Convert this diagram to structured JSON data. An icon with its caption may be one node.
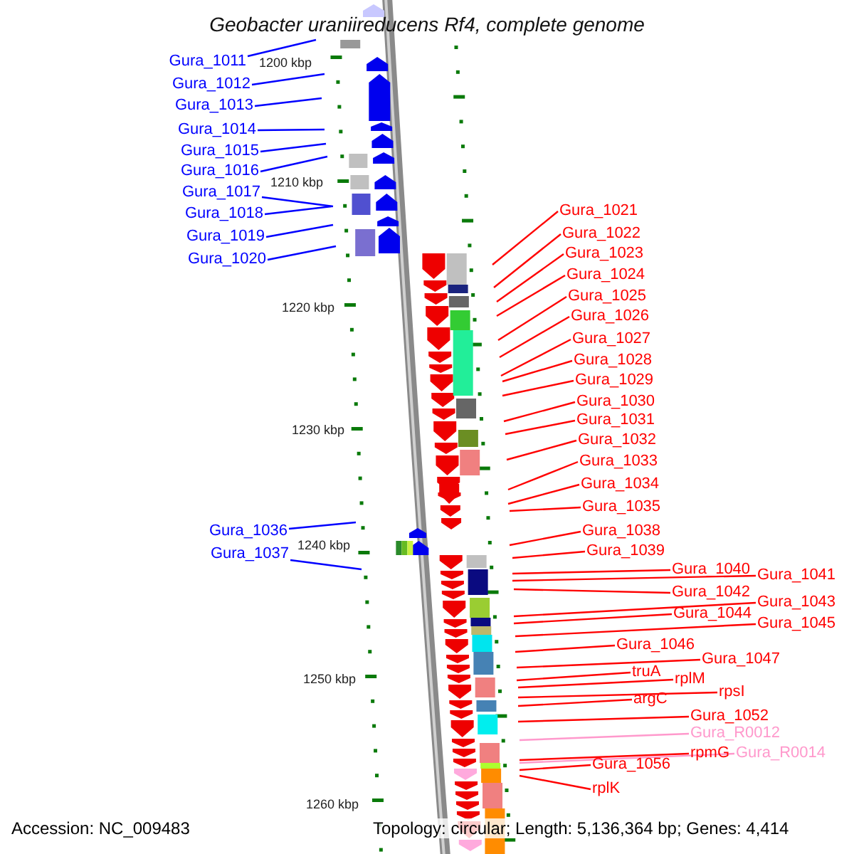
{
  "diagram": {
    "title": "Geobacter uraniireducens Rf4, complete genome",
    "nodes": [
      {
        "text": [
          "Gura_1011"
        ]
      },
      {
        "text": [
          "Gura_1012"
        ]
      },
      {
        "text": [
          "Gura_1013"
        ]
      },
      {
        "text": [
          "Gura_1014"
        ]
      },
      {
        "text": [
          "Gura_1015"
        ]
      },
      {
        "text": [
          "Gura_1016"
        ]
      },
      {
        "text": [
          "Gura_1017"
        ]
      },
      {
        "text": [
          "Gura_1018"
        ]
      },
      {
        "text": [
          "Gura_1019"
        ]
      },
      {
        "text": [
          "Gura_1020"
        ]
      },
      {
        "text": [
          "Gura_1021"
        ]
      },
      {
        "text": [
          "Gura_1022"
        ]
      },
      {
        "text": [
          "Gura_1023"
        ]
      },
      {
        "text": [
          "Gura_1024"
        ]
      },
      {
        "text": [
          "Gura_1025"
        ]
      },
      {
        "text": [
          "Gura_1026"
        ]
      },
      {
        "text": [
          "Gura_1027"
        ]
      },
      {
        "text": [
          "Gura_1028"
        ]
      },
      {
        "text": [
          "Gura_1029"
        ]
      },
      {
        "text": [
          "Gura_1030"
        ]
      },
      {
        "text": [
          "Gura_1031"
        ]
      },
      {
        "text": [
          "Gura_1032"
        ]
      },
      {
        "text": [
          "Gura_1033"
        ]
      },
      {
        "text": [
          "Gura_1034"
        ]
      },
      {
        "text": [
          "Gura_1035"
        ]
      },
      {
        "text": [
          "Gura_1036"
        ]
      },
      {
        "text": [
          "Gura_1037"
        ]
      },
      {
        "text": [
          "Gura_1038"
        ]
      },
      {
        "text": [
          "Gura_1039"
        ]
      },
      {
        "text": [
          "Gura_1040"
        ]
      },
      {
        "text": [
          "Gura_1041"
        ]
      },
      {
        "text": [
          "Gura_1042"
        ]
      },
      {
        "text": [
          "Gura_1043"
        ]
      },
      {
        "text": [
          "Gura_1044"
        ]
      },
      {
        "text": [
          "Gura_1045"
        ]
      },
      {
        "text": [
          "Gura_1046"
        ]
      },
      {
        "text": [
          "Gura_1047"
        ]
      },
      {
        "text": [
          "truA"
        ]
      },
      {
        "text": [
          "rplM"
        ]
      },
      {
        "text": [
          "rpsI"
        ]
      },
      {
        "text": [
          "argC"
        ]
      },
      {
        "text": [
          "Gura_1052"
        ]
      },
      {
        "text": [
          "Gura_R0012"
        ]
      },
      {
        "text": [
          "rpmG"
        ]
      },
      {
        "text": [
          "Gura_R0014"
        ]
      },
      {
        "text": [
          "Gura_1056"
        ]
      },
      {
        "text": [
          "rplK"
        ]
      }
    ],
    "edges": [
      {
        "from": 0,
        "to": null,
        "arrow": "none",
        "color": "#0000ff"
      },
      {
        "from": 1,
        "to": null,
        "arrow": "none",
        "color": "#0000ff"
      },
      {
        "from": 2,
        "to": null,
        "arrow": "none",
        "color": "#0000ff"
      },
      {
        "from": 3,
        "to": null,
        "arrow": "none",
        "color": "#0000ff"
      },
      {
        "from": 4,
        "to": null,
        "arrow": "none",
        "color": "#0000ff"
      },
      {
        "from": 5,
        "to": null,
        "arrow": "none",
        "color": "#0000ff"
      },
      {
        "from": 6,
        "to": null,
        "arrow": "none",
        "color": "#0000ff"
      },
      {
        "from": 7,
        "to": null,
        "arrow": "none",
        "color": "#0000ff"
      },
      {
        "from": 8,
        "to": null,
        "arrow": "none",
        "color": "#0000ff"
      },
      {
        "from": 9,
        "to": null,
        "arrow": "none",
        "color": "#0000ff"
      },
      {
        "from": 10,
        "to": null,
        "arrow": "none"
      },
      {
        "from": 11,
        "to": null,
        "arrow": "none"
      },
      {
        "from": 12,
        "to": null,
        "arrow": "none"
      },
      {
        "from": 13,
        "to": null,
        "arrow": "none"
      },
      {
        "from": 14,
        "to": null,
        "arrow": "none"
      },
      {
        "from": 15,
        "to": null,
        "arrow": "none"
      },
      {
        "from": 16,
        "to": null,
        "arrow": "none"
      },
      {
        "from": 17,
        "to": null,
        "arrow": "none"
      },
      {
        "from": 18,
        "to": null,
        "arrow": "none"
      },
      {
        "from": 19,
        "to": null,
        "arrow": "none"
      },
      {
        "from": 20,
        "to": null,
        "arrow": "none"
      },
      {
        "from": 21,
        "to": null,
        "arrow": "none"
      },
      {
        "from": 22,
        "to": null,
        "arrow": "none"
      },
      {
        "from": 23,
        "to": null,
        "arrow": "none"
      },
      {
        "from": 24,
        "to": null,
        "arrow": "none"
      },
      {
        "from": 25,
        "to": null,
        "arrow": "none",
        "color": "#0000ff"
      },
      {
        "from": 26,
        "to": null,
        "arrow": "none",
        "color": "#0000ff"
      },
      {
        "from": 27,
        "to": null,
        "arrow": "none"
      },
      {
        "from": 28,
        "to": null,
        "arrow": "none"
      },
      {
        "from": 29,
        "to": null,
        "arrow": "none"
      },
      {
        "from": 30,
        "to": null,
        "arrow": "none"
      },
      {
        "from": 31,
        "to": null,
        "arrow": "none"
      },
      {
        "from": 32,
        "to": null,
        "arrow": "none"
      },
      {
        "from": 33,
        "to": null,
        "arrow": "none"
      },
      {
        "from": 34,
        "to": null,
        "arrow": "none"
      },
      {
        "from": 35,
        "to": null,
        "arrow": "none"
      },
      {
        "from": 36,
        "to": null,
        "arrow": "none"
      },
      {
        "from": 37,
        "to": null,
        "arrow": "none"
      },
      {
        "from": 38,
        "to": null,
        "arrow": "none"
      },
      {
        "from": 39,
        "to": null,
        "arrow": "none"
      },
      {
        "from": 40,
        "to": null,
        "arrow": "none"
      },
      {
        "from": 41,
        "to": null,
        "arrow": "none"
      },
      {
        "from": 42,
        "to": null,
        "arrow": "none",
        "color": "#ff99cc"
      },
      {
        "from": 43,
        "to": null,
        "arrow": "none"
      },
      {
        "from": 44,
        "to": null,
        "arrow": "none",
        "color": "#ff99cc"
      },
      {
        "from": 45,
        "to": null,
        "arrow": "none"
      },
      {
        "from": 46,
        "to": null,
        "arrow": "none"
      }
    ],
    "labels": [
      "1200 kbp",
      "1210 kbp",
      "1220 kbp",
      "1230 kbp",
      "1240 kbp",
      "1250 kbp",
      "1260 kbp",
      "Accession: NC_009483",
      "Topology: circular; Length: 5,136,364 bp; Genes: 4,414"
    ]
  }
}
